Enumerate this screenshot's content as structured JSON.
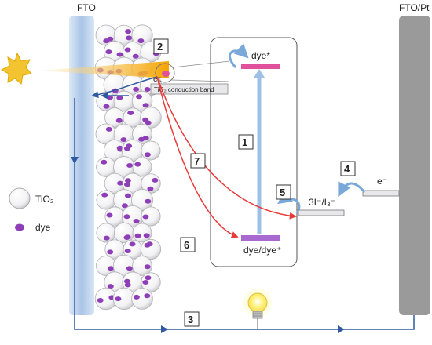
{
  "labels": {
    "fto": "FTO",
    "fto_pt": "FTO/Pt",
    "dye_excited": "dye*",
    "dye_ground": "dye/dye⁺",
    "electron": "e⁻",
    "conduction_band": "TiO₂ conduction band",
    "redox_couple": "3I⁻/I₃⁻",
    "electron_counter": "e⁻",
    "legend_tio2": "TiO₂",
    "legend_dye": "dye"
  },
  "steps": [
    "1",
    "2",
    "3",
    "4",
    "5",
    "6",
    "7"
  ],
  "colors": {
    "fto_glass": "#b9cfe9",
    "counter_electrode": "#9a9a9a",
    "dye": "#8e3fb8",
    "excited_level": "#e0509b",
    "ground_level": "#a86ad0",
    "circuit": "#2f5aa0",
    "recombination": "#e83a3a",
    "excitation_arrow": "#9cc0e6",
    "sun": "#f4c430",
    "bulb": "#fff27a"
  },
  "icons": {
    "sun": "sun-icon",
    "bulb": "light-bulb-icon"
  }
}
